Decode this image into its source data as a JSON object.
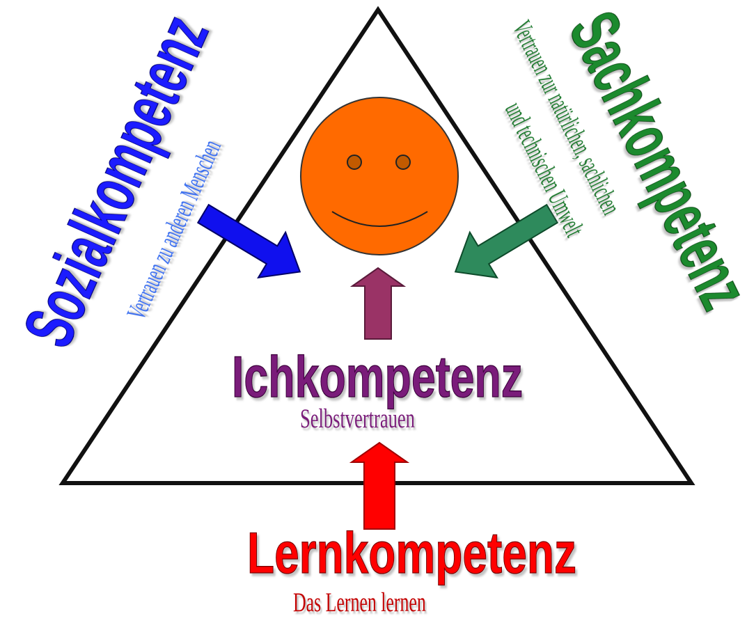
{
  "competences": {
    "social": {
      "title": "Sozialkompetenz",
      "subtitle": "Vertrauen zu anderen Menschen",
      "color": "#1a1aff",
      "subtitle_color": "#3a6ff0"
    },
    "subject": {
      "title": "Sachkompetenz",
      "subtitle_line1": "Vertrauen zur natürlichen, sachlichen",
      "subtitle_line2": "und technischen Umwelt",
      "color": "#1e8a2e",
      "subtitle_color": "#1e7a2e"
    },
    "self": {
      "title": "Ichkompetenz",
      "subtitle": "Selbstvertrauen",
      "color": "#7a1a7a",
      "subtitle_color": "#7a1a7a"
    },
    "learning": {
      "title": "Lernkompetenz",
      "subtitle": "Das Lernen lernen",
      "color": "#ff0000",
      "subtitle_color": "#c40000"
    }
  },
  "icons": {
    "face": "smiley-face-icon",
    "arrow_blue": "arrow-right-down-icon",
    "arrow_green": "arrow-left-down-icon",
    "arrow_purple": "arrow-up-icon",
    "arrow_red": "arrow-up-icon"
  },
  "colors": {
    "triangle_stroke": "#111111",
    "face_fill": "#ff6a00",
    "arrow_blue": "#1010ee",
    "arrow_green": "#2e8a5c",
    "arrow_purple": "#9a3366",
    "arrow_red": "#ff0000"
  }
}
